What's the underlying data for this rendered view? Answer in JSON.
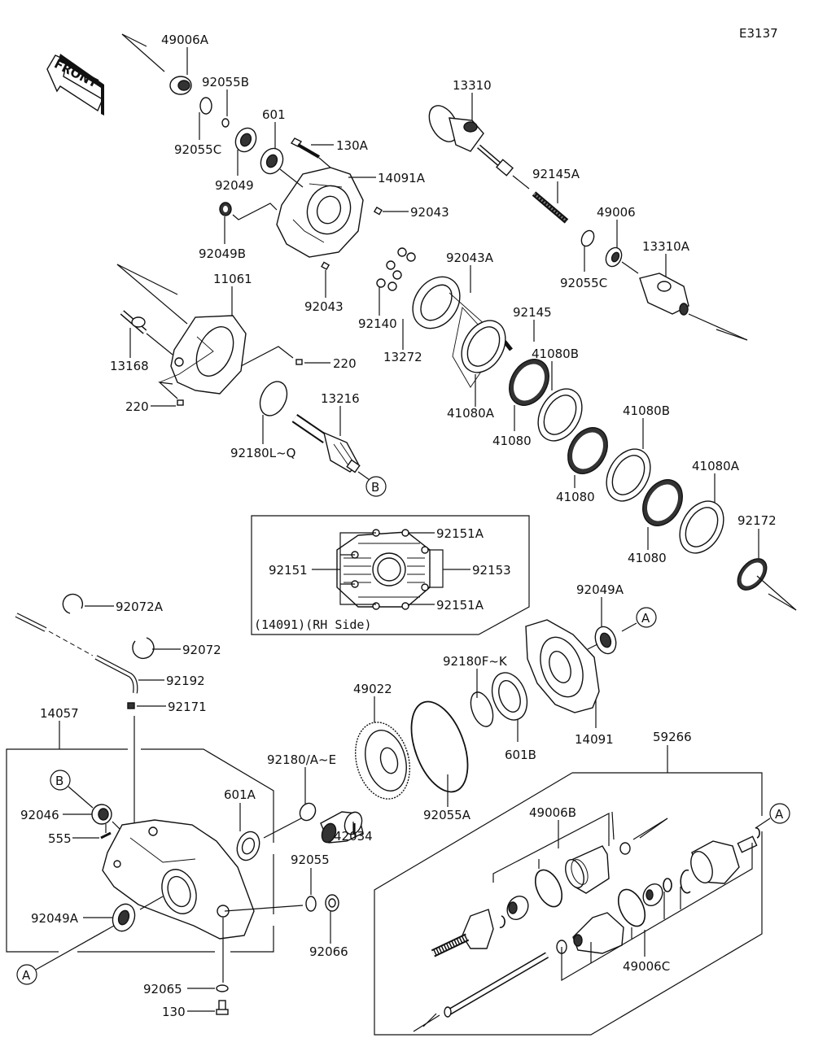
{
  "diagram": {
    "code": "E3137",
    "front_label": "FRONT",
    "inset_caption": "(14091)(RH Side)",
    "callouts": {
      "A": "A",
      "B": "B"
    }
  },
  "parts": {
    "p49006A": "49006A",
    "p92055B": "92055B",
    "p92055C_top": "92055C",
    "p601": "601",
    "p130A": "130A",
    "p92049": "92049",
    "p14091A": "14091A",
    "p92043_a": "92043",
    "p92049B": "92049B",
    "p92043_b": "92043",
    "p13310": "13310",
    "p92145A": "92145A",
    "p49006": "49006",
    "p92055C_right": "92055C",
    "p13310A": "13310A",
    "p11061": "11061",
    "p13168": "13168",
    "p220_a": "220",
    "p220_b": "220",
    "p92140": "92140",
    "p13272": "13272",
    "p92043A": "92043A",
    "p92145": "92145",
    "p41080A_a": "41080A",
    "p41080_a": "41080",
    "p41080B_a": "41080B",
    "p41080_b": "41080",
    "p41080B_b": "41080B",
    "p41080_c": "41080",
    "p41080A_b": "41080A",
    "p92172": "92172",
    "p13216": "13216",
    "p92180LQ": "92180L~Q",
    "p92151A_top": "92151A",
    "p92151": "92151",
    "p92153": "92153",
    "p92151A_bot": "92151A",
    "p92072A": "92072A",
    "p92072": "92072",
    "p92192": "92192",
    "p92171": "92171",
    "p14057": "14057",
    "p92049A_top": "92049A",
    "p92180FK": "92180F~K",
    "p49022": "49022",
    "p601B": "601B",
    "p14091": "14091",
    "p92180AE": "92180/A~E",
    "p601A": "601A",
    "p42034": "42034",
    "p92055A": "92055A",
    "p92046": "92046",
    "p555": "555",
    "p92049A_bot": "92049A",
    "p92055": "92055",
    "p92066": "92066",
    "p92065": "92065",
    "p130": "130",
    "p59266": "59266",
    "p49006B": "49006B",
    "p49006C": "49006C"
  }
}
